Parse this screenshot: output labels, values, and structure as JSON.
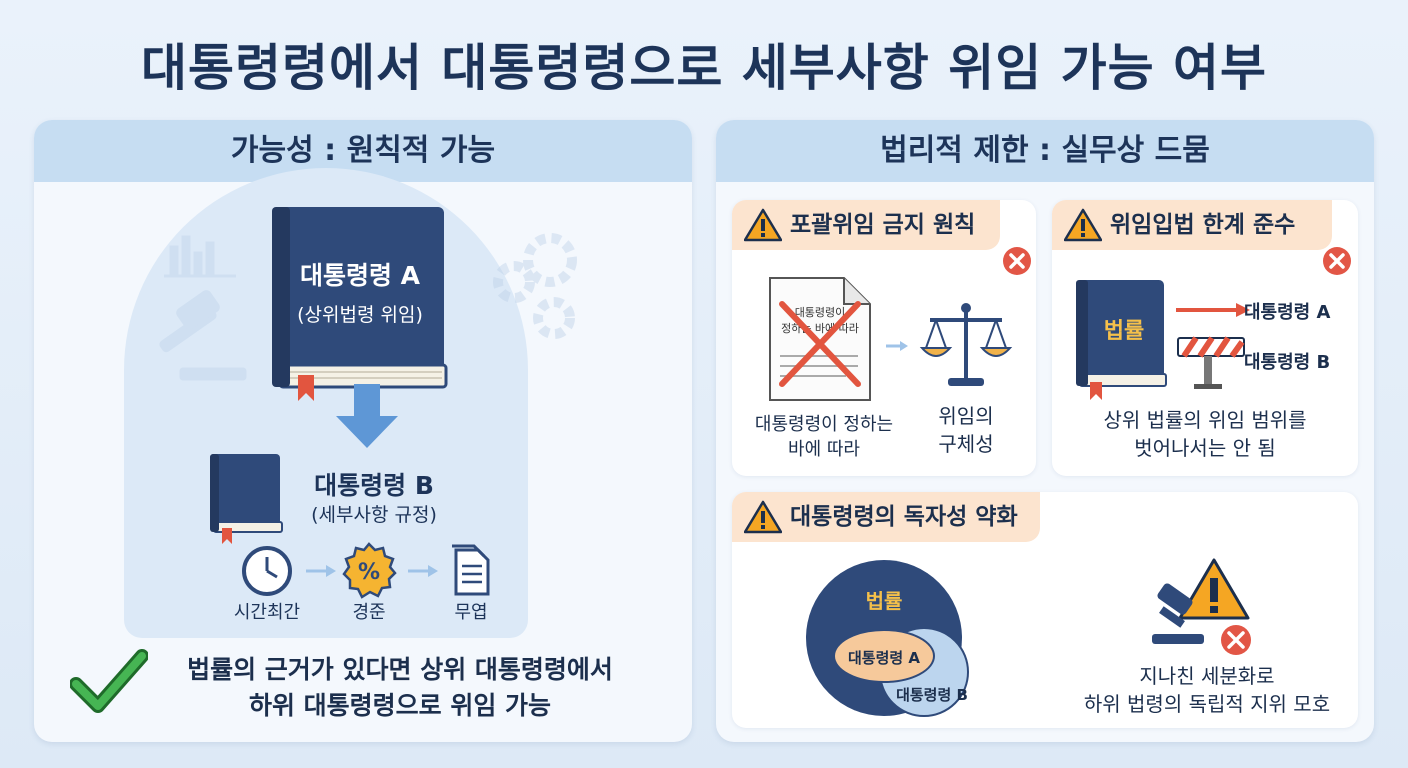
{
  "title": "대통령령에서 대통령령으로 세부사항 위임 가능 여부",
  "left": {
    "header": "가능성 : 원칙적 가능",
    "book_a": {
      "title": "대통령령 A",
      "subtitle": "(상위법령 위임)"
    },
    "book_b": {
      "title": "대통령령 B",
      "subtitle": "(세부사항 규정)"
    },
    "steps": [
      {
        "label": "시간최간",
        "icon": "clock-icon"
      },
      {
        "label": "경준",
        "icon": "percent-badge-icon"
      },
      {
        "label": "무엽",
        "icon": "document-icon"
      }
    ],
    "conclusion_line1": "법률의 근거가 있다면 상위 대통령령에서",
    "conclusion_line2": "하위 대통령령으로 위임 가능"
  },
  "right": {
    "header": "법리적 제한 : 실무상 드뭄",
    "card1": {
      "title": "포괄위임 금지 원칙",
      "doc_line1": "대통령령이",
      "doc_line2": "정하는 바에 따라",
      "left_line1": "대통령령이 정하는",
      "left_line2": "바에 따라",
      "right_line1": "위임의",
      "right_line2": "구체성"
    },
    "card2": {
      "title": "위임입법 한계 준수",
      "book_label": "법률",
      "target_a": "대통령령 A",
      "target_b": "대통령령 B",
      "text_line1": "상위 법률의 위임 범위를",
      "text_line2": "벗어나서는 안 됨"
    },
    "card3": {
      "title": "대통령령의 독자성 약화",
      "outer_label": "법률",
      "inner_a": "대통령령 A",
      "inner_b": "대통령령 B",
      "text_line1": "지나친 세분화로",
      "text_line2": "하위 법령의 독립적 지위 모호"
    }
  },
  "colors": {
    "navy": "#2f4a7a",
    "accent_orange": "#f0a23a",
    "red_x": "#e25646",
    "green_check": "#3aa14a",
    "panel_header": "#c6ddf2",
    "card_header": "#fce4cf"
  }
}
